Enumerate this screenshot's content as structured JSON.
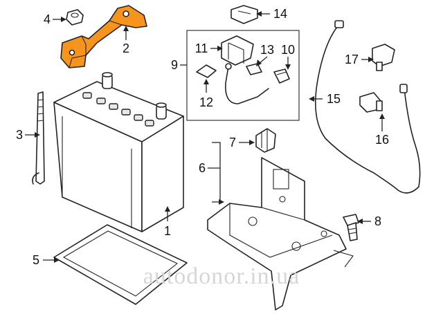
{
  "callouts": {
    "c1": "1",
    "c2": "2",
    "c3": "3",
    "c4": "4",
    "c5": "5",
    "c6": "6",
    "c7": "7",
    "c8": "8",
    "c9": "9",
    "c10": "10",
    "c11": "11",
    "c12": "12",
    "c13": "13",
    "c14": "14",
    "c15": "15",
    "c16": "16",
    "c17": "17"
  },
  "watermark": "autodonor.in.ua",
  "colors": {
    "highlight": "#f7941d",
    "line": "#222222",
    "background": "#ffffff",
    "watermark": "#d6d6d6"
  }
}
